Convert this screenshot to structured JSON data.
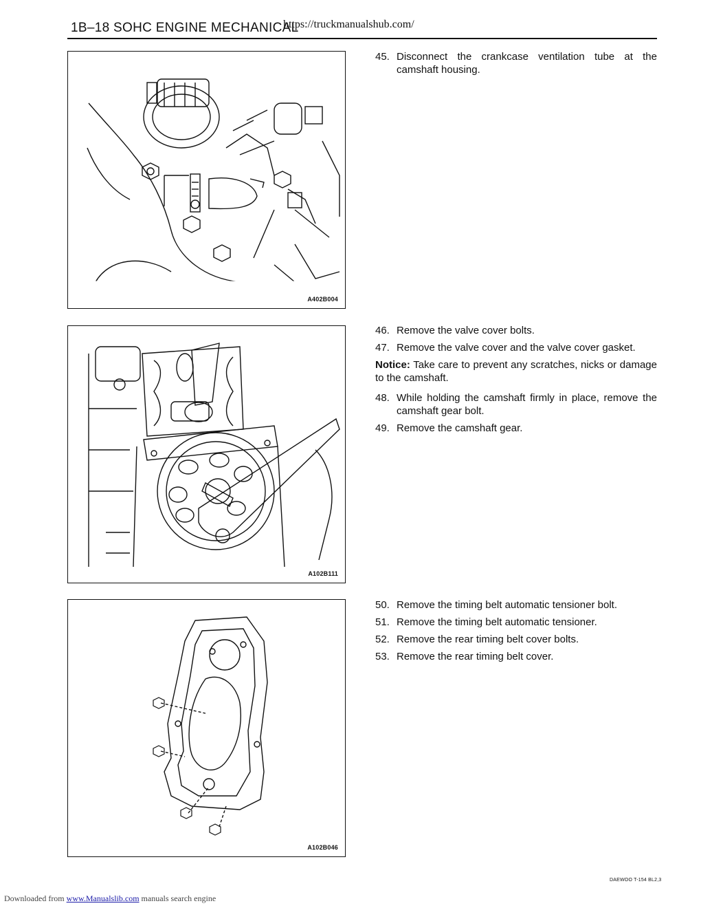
{
  "header": {
    "title": "1B–18  SOHC ENGINE MECHANICAL",
    "url": "https://truckmanualshub.com/"
  },
  "figures": [
    {
      "label": "A402B004"
    },
    {
      "label": "A102B111"
    },
    {
      "label": "A102B046"
    }
  ],
  "sections": [
    {
      "steps": [
        {
          "num": "45.",
          "text": "Disconnect the crankcase ventilation tube at the camshaft housing."
        }
      ]
    },
    {
      "steps": [
        {
          "num": "46.",
          "text": "Remove the valve cover bolts."
        },
        {
          "num": "47.",
          "text": "Remove the valve cover and the valve cover gasket."
        }
      ],
      "notice": {
        "label": "Notice:",
        "text": "Take care to prevent any scratches, nicks or damage to the camshaft."
      },
      "steps2": [
        {
          "num": "48.",
          "text": "While holding the camshaft firmly in place, remove the camshaft gear bolt."
        },
        {
          "num": "49.",
          "text": "Remove the camshaft gear."
        }
      ]
    },
    {
      "steps": [
        {
          "num": "50.",
          "text": "Remove the timing belt automatic tensioner bolt."
        },
        {
          "num": "51.",
          "text": "Remove the timing belt automatic tensioner."
        },
        {
          "num": "52.",
          "text": "Remove the rear timing belt cover bolts."
        },
        {
          "num": "53.",
          "text": "Remove the rear timing belt cover."
        }
      ]
    }
  ],
  "doc_code": "DAEWOO T-154 BL2,3",
  "footer": {
    "prefix": "Downloaded from",
    "link": "www.Manualslib.com",
    "suffix": "manuals search engine"
  }
}
